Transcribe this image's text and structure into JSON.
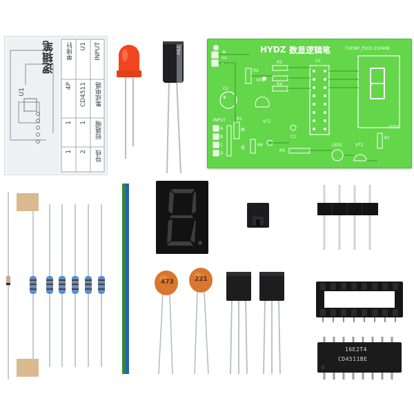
{
  "sheet": {
    "title": "逻辑笔",
    "col_headers": [
      "INPUT",
      "U1",
      "单排针"
    ],
    "rows": [
      [
        "集成电路",
        "CD4511",
        "4P"
      ],
      [
        "短路帽",
        "1",
        "1"
      ],
      [
        "导线",
        "2",
        "1"
      ]
    ],
    "chip_label": "U1"
  },
  "pcb": {
    "brand": "HYDZ",
    "title": "数显逻辑笔",
    "model": "71958F_P203  210408",
    "power_plus": "+",
    "power_minus": "-",
    "power_label": "5V",
    "input_label": "INPUT",
    "input_pins": [
      "A",
      "B",
      "C",
      "D"
    ],
    "high_label": "高",
    "low_label": "低",
    "ref_labels": [
      "R2",
      "R3",
      "R4",
      "VD1",
      "C2",
      "R1",
      "VT1",
      "R6",
      "C1",
      "R5",
      "LED1",
      "VT2",
      "R7",
      "LED2",
      "U1"
    ]
  },
  "parts": {
    "electrolytic_label": "25V",
    "ceramic_caps": [
      "473",
      "221"
    ],
    "chip_marking_1": "16E2T4",
    "chip_marking_2": "CD4511BE"
  },
  "colors": {
    "pcb_green": "#63d64a",
    "led_red": "#f0461f",
    "ceramic_orange": "#d8772d",
    "wire_blue": "#2f5fb3",
    "wire_green": "#2e8b3a"
  },
  "icons": [
    "led-icon",
    "electrolytic-capacitor-icon",
    "resistor-icon",
    "diode-icon",
    "seven-segment-display-icon",
    "jumper-cap-icon",
    "pin-header-icon",
    "ceramic-capacitor-icon",
    "transistor-icon",
    "ic-socket-icon",
    "ic-chip-icon",
    "wire-icon"
  ]
}
